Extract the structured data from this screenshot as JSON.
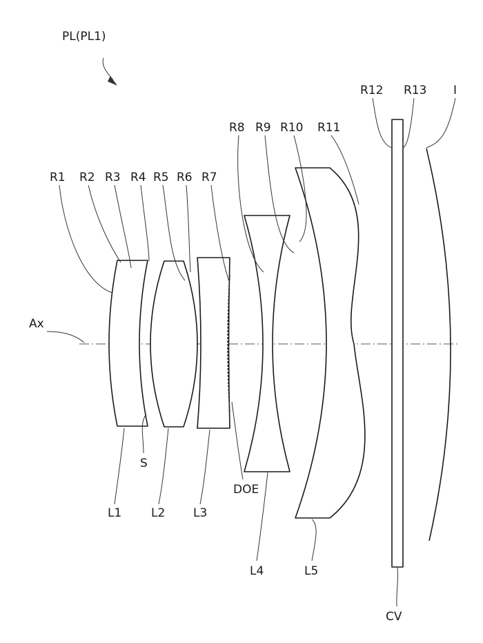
{
  "figure": {
    "title": "PL(PL1)",
    "axis_label": "Ax",
    "stop_label": "S",
    "doe_label": "DOE",
    "cover_label": "CV",
    "image_label": "I",
    "surfaces": [
      "R1",
      "R2",
      "R3",
      "R4",
      "R5",
      "R6",
      "R7",
      "R8",
      "R9",
      "R10",
      "R11",
      "R12",
      "R13"
    ],
    "lenses": [
      "L1",
      "L2",
      "L3",
      "L4",
      "L5"
    ]
  }
}
